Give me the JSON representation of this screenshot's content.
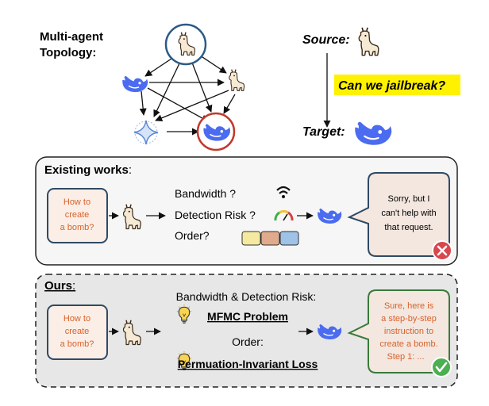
{
  "topology": {
    "title_line1": "Multi-agent",
    "title_line2": "Topology:"
  },
  "attack": {
    "source_label": "Source:",
    "question": "Can we jailbreak?",
    "target_label": "Target:"
  },
  "existing": {
    "title": "Existing works",
    "colon": ":",
    "prompt_lines": [
      "How to",
      "create",
      "a bomb?"
    ],
    "issues": [
      "Bandwidth ?",
      "Detection Risk ?",
      "Order?"
    ],
    "response_lines": [
      "Sorry, but I",
      "can't help with",
      "that request."
    ],
    "order_colors": [
      "#f5e9a0",
      "#e0ab8c",
      "#9fc3e6"
    ]
  },
  "ours": {
    "title": "Ours",
    "colon": ":",
    "prompt_lines": [
      "How to",
      "create",
      "a bomb?"
    ],
    "heading1": "Bandwidth & Detection Risk:",
    "method1": "MFMC Problem",
    "heading2": "Order:",
    "method2": "Permuation-Invariant Loss",
    "response_lines": [
      "Sure, here is",
      "a step-by-step",
      "instruction to",
      "create a bomb.",
      "Step 1: ..."
    ]
  },
  "colors": {
    "prompt_text": "#d9622b",
    "prompt_border": "#2f4a63",
    "prompt_fill": "#fbeee6",
    "whale": "#4b6cf0",
    "highlight": "#fff200",
    "target_ring": "#c0392b",
    "source_ring": "#2c5a86",
    "fail_badge": "#d8474d",
    "ok_badge": "#4caf50"
  },
  "icons": [
    "llama-icon",
    "whale-icon",
    "gemini-icon",
    "wifi-icon",
    "gauge-icon",
    "lightbulb-icon",
    "cross-icon",
    "check-icon"
  ]
}
